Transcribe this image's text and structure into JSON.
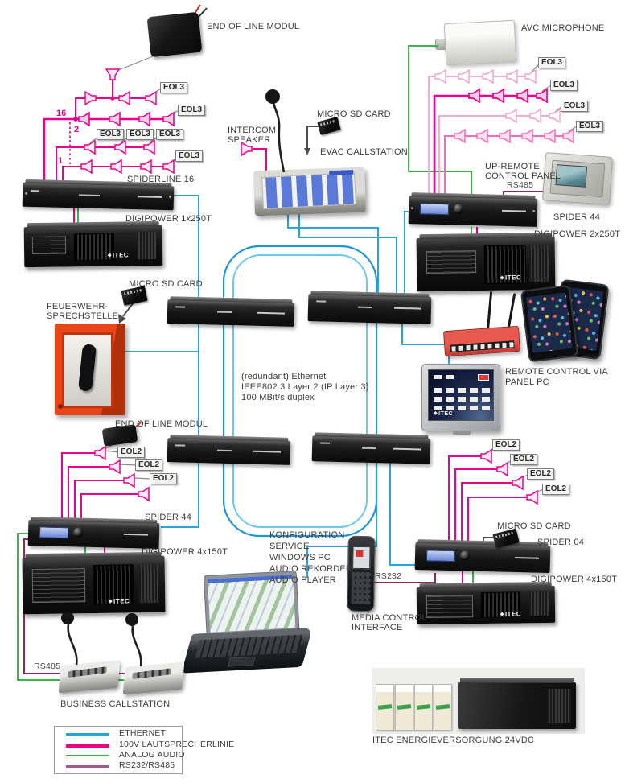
{
  "labels": {
    "end_of_line_modul": "END OF LINE MODUL",
    "spiderline16": "SPIDERLINE 16",
    "digipower_1x250t": "DIGIPOWER 1x250T",
    "micro_sd_card": "MICRO SD CARD",
    "feuerwehr_1": "FEUERWEHR-",
    "feuerwehr_2": "SPRECHSTELLE",
    "intercom_1": "INTERCOM",
    "intercom_2": "SPEAKER",
    "evac_callstation": "EVAC CALLSTATION",
    "avc_microphone": "AVC MICROPHONE",
    "up_remote_1": "UP-REMOTE",
    "up_remote_2": "CONTROL PANEL",
    "rs485": "RS485",
    "rs232": "RS232",
    "spider44": "SPIDER 44",
    "spider04": "SPIDER 04",
    "digipower_2x250t": "DIGIPOWER 2x250T",
    "digipower_4x150t": "DIGIPOWER 4x150T",
    "ethernet_note_1": "(redundant) Ethernet",
    "ethernet_note_2": "IEEE802.3 Layer 2 (IP Layer 3)",
    "ethernet_note_3": "100 MBit/s duplex",
    "remote_via_1": "REMOTE CONTROL VIA",
    "remote_via_2": "PANEL PC",
    "konfig_1": "KONFIGURATION",
    "konfig_2": "SERVICE",
    "konfig_3": "WINDOWS PC",
    "konfig_4": "AUDIO REKORDER",
    "konfig_5": "AUDIO PLAYER",
    "media_control_1": "MEDIA CONTROL",
    "media_control_2": "INTERFACE",
    "business_callstation": "BUSINESS CALLSTATION",
    "energieversorgung": "ITEC ENERGIEVERSORGUNG 24VDC"
  },
  "tags": {
    "eol3": "EOL3",
    "eol2": "EOL2"
  },
  "line_numbers": {
    "n16": "16",
    "n2": "2",
    "n1": "1"
  },
  "device_logo": "ITEC",
  "colors": {
    "ethernet": "#29A3DC",
    "speaker_100v": "#EC008C",
    "analog_audio": "#3AB54A",
    "rs232_rs485": "#93275C"
  },
  "legend": {
    "items": [
      {
        "label": "ETHERNET",
        "color": "#29A3DC"
      },
      {
        "label": "100V LAUTSPRECHERLINIE",
        "color": "#EC008C"
      },
      {
        "label": "ANALOG AUDIO",
        "color": "#3AB54A"
      },
      {
        "label": "RS232/RS485",
        "color": "#A05A8C"
      }
    ]
  }
}
